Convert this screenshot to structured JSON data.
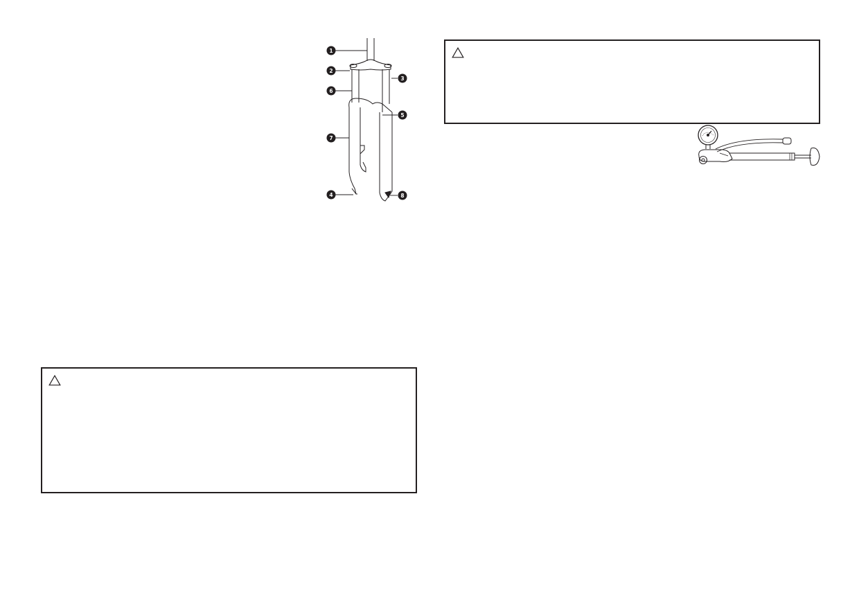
{
  "fork_diagram": {
    "callouts": [
      {
        "number": "1"
      },
      {
        "number": "2"
      },
      {
        "number": "3"
      },
      {
        "number": "6"
      },
      {
        "number": "5"
      },
      {
        "number": "7"
      },
      {
        "number": "4"
      },
      {
        "number": "8"
      }
    ]
  },
  "warning_boxes": [
    {
      "icon": "warning-triangle-icon"
    },
    {
      "icon": "warning-triangle-icon"
    }
  ],
  "pump_illustration": {
    "icon": "shock-pump-icon"
  },
  "colors": {
    "ink": "#231f20",
    "background": "#ffffff"
  }
}
